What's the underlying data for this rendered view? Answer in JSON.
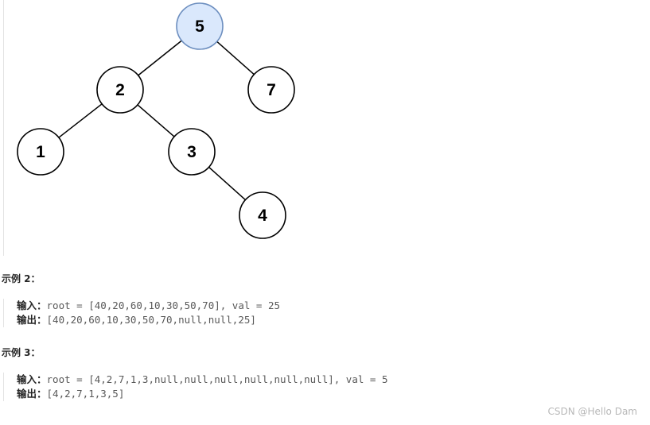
{
  "tree": {
    "nodes": [
      {
        "id": "n5",
        "value": "5",
        "highlighted": true
      },
      {
        "id": "n2",
        "value": "2",
        "highlighted": false
      },
      {
        "id": "n7",
        "value": "7",
        "highlighted": false
      },
      {
        "id": "n1",
        "value": "1",
        "highlighted": false
      },
      {
        "id": "n3",
        "value": "3",
        "highlighted": false
      },
      {
        "id": "n4",
        "value": "4",
        "highlighted": false
      }
    ],
    "edges": [
      [
        "n5",
        "n2"
      ],
      [
        "n5",
        "n7"
      ],
      [
        "n2",
        "n1"
      ],
      [
        "n2",
        "n3"
      ],
      [
        "n3",
        "n4"
      ]
    ],
    "colors": {
      "highlight_fill": "#dae8fc",
      "highlight_stroke": "#6c8ebf",
      "node_fill": "#ffffff",
      "node_stroke": "#000000"
    }
  },
  "examples": [
    {
      "heading": "示例 2：",
      "input_label": "输入：",
      "input_value": "root = [40,20,60,10,30,50,70], val = 25",
      "output_label": "输出：",
      "output_value": "[40,20,60,10,30,50,70,null,null,25]"
    },
    {
      "heading": "示例 3：",
      "input_label": "输入：",
      "input_value": "root = [4,2,7,1,3,null,null,null,null,null,null], val = 5",
      "output_label": "输出：",
      "output_value": "[4,2,7,1,3,5]"
    }
  ],
  "watermark": "CSDN @Hello Dam"
}
